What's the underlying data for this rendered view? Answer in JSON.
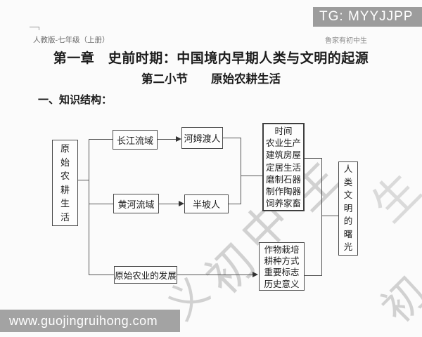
{
  "badge": {
    "text": "TG: MYYJJPP"
  },
  "header": {
    "left": "人教版-七年级（上册）",
    "right": "鲁家有初中生"
  },
  "titles": {
    "chapter": "第一章　史前时期：中国境内早期人类与文明的起源",
    "section": "第二小节　　原始农耕生活",
    "knowledge_heading": "一、知识结构："
  },
  "diagram": {
    "root": "原始农耕生活",
    "yangtze": "长江流域",
    "hemudu": "河姆渡人",
    "yellow_river": "黄河流域",
    "banpo": "半坡人",
    "features": {
      "lines": [
        "时间",
        "农业生产",
        "建筑房屋",
        "定居生活",
        "磨制石器",
        "制作陶器",
        "饲养家畜"
      ]
    },
    "agri_dev": "原始农业的发展",
    "agri_features": {
      "lines": [
        "作物栽培",
        "耕种方式",
        "重要标志",
        "历史意义"
      ]
    },
    "dawn": "人类文明的曙光"
  },
  "watermark": {
    "chars": [
      "义",
      "初",
      "中",
      "生",
      "生",
      "初"
    ]
  },
  "footer": {
    "url": "www.guojingruihong.com"
  },
  "colors": {
    "badge_bg": "#9c9c9c",
    "footer_bg": "#a3a3a3",
    "line": "#555555",
    "box_border": "#4a4a4a",
    "text": "#1c1c1c",
    "watermark": "#8f8f8f"
  }
}
